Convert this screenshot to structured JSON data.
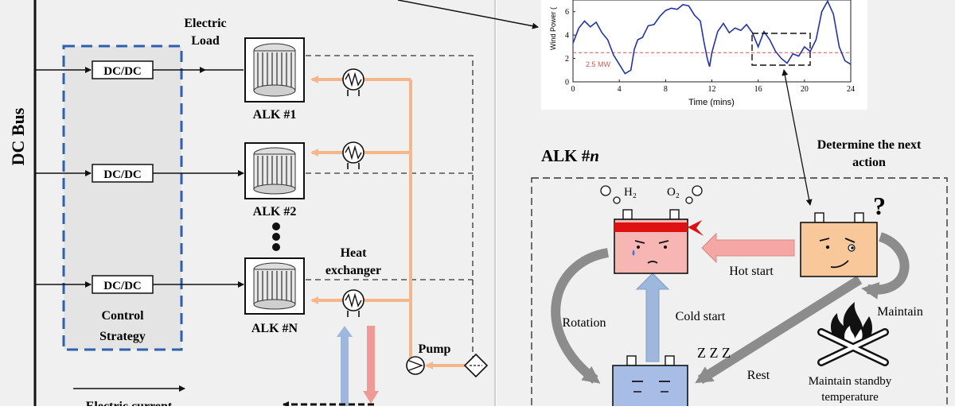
{
  "left_panel": {
    "bus_label": "DC Bus",
    "converter_label": "DC/DC",
    "electric_load_line1": "Electric",
    "electric_load_line2": "Load",
    "control_line1": "Control",
    "control_line2": "Strategy",
    "alk_labels": [
      "ALK #1",
      "ALK #2",
      "ALK #N"
    ],
    "heat_exchanger_line1": "Heat",
    "heat_exchanger_line2": "exchanger",
    "pump_label": "Pump",
    "legend_electric_current": "Electric current"
  },
  "wind_plot": {
    "ylabel": "Wind Power (",
    "xlabel": "Time (mins)",
    "x_ticks": [
      "0",
      "4",
      "8",
      "12",
      "16",
      "20",
      "24"
    ],
    "y_ticks": [
      "0",
      "2",
      "4",
      "6"
    ],
    "threshold_label": "2.5 MW",
    "threshold_value": 2.5,
    "xlim": [
      0,
      24
    ],
    "ylim": [
      0,
      7
    ],
    "series": [
      [
        0,
        3.3
      ],
      [
        0.5,
        4.6
      ],
      [
        1,
        5.2
      ],
      [
        1.5,
        4.7
      ],
      [
        2,
        5.1
      ],
      [
        2.5,
        4.2
      ],
      [
        3,
        3.6
      ],
      [
        3.5,
        2.3
      ],
      [
        4,
        1.5
      ],
      [
        4.5,
        0.7
      ],
      [
        5,
        1.0
      ],
      [
        5.3,
        2.8
      ],
      [
        5.6,
        3.6
      ],
      [
        6,
        3.8
      ],
      [
        6.5,
        4.8
      ],
      [
        7,
        4.9
      ],
      [
        7.5,
        5.6
      ],
      [
        8,
        6.1
      ],
      [
        8.5,
        6.3
      ],
      [
        9,
        6.2
      ],
      [
        9.5,
        6.6
      ],
      [
        10,
        6.5
      ],
      [
        10.5,
        5.7
      ],
      [
        11,
        5.2
      ],
      [
        11.3,
        3.5
      ],
      [
        11.6,
        2.0
      ],
      [
        11.8,
        1.3
      ],
      [
        12,
        2.5
      ],
      [
        12.5,
        4.3
      ],
      [
        13,
        5.0
      ],
      [
        13.5,
        4.2
      ],
      [
        14,
        4.6
      ],
      [
        14.5,
        4.4
      ],
      [
        15,
        4.9
      ],
      [
        15.5,
        4.2
      ],
      [
        16,
        3.0
      ],
      [
        16.5,
        4.3
      ],
      [
        17,
        3.6
      ],
      [
        17.5,
        2.6
      ],
      [
        18,
        2.0
      ],
      [
        18.5,
        1.6
      ],
      [
        19,
        2.4
      ],
      [
        19.5,
        2.2
      ],
      [
        20,
        3.0
      ],
      [
        20.5,
        2.6
      ],
      [
        21,
        3.6
      ],
      [
        21.5,
        6.0
      ],
      [
        22,
        6.9
      ],
      [
        22.5,
        5.8
      ],
      [
        23,
        3.0
      ],
      [
        23.5,
        1.8
      ],
      [
        24,
        1.5
      ]
    ]
  },
  "alk_panel": {
    "title": "ALK #",
    "title_italic": "n",
    "determine_line1": "Determine the next",
    "determine_line2": "action",
    "h2_label": "H₂",
    "o2_label": "O₂",
    "question_mark": "?",
    "hot_start": "Hot start",
    "rotation": "Rotation",
    "cold_start": "Cold start",
    "maintain": "Maintain",
    "rest": "Rest",
    "standby_line1": "Maintain standby",
    "standby_line2": "temperature",
    "sleep_z": "Z Z Z"
  },
  "colors": {
    "dashed_box": "#2f5fb0",
    "heat_pipe": "#f7b58a",
    "cold_pipe": "#9db8dc",
    "hot_pipe": "#ef9a94",
    "plot_line": "#2233aa",
    "threshold": "#e05050",
    "headband": "#dd1111",
    "hot_face": "#f7b6b4",
    "standby_face": "#f8c89a",
    "cold_face": "#a8bde6",
    "hot_arrow": "#f4a7a4",
    "cold_arrow": "#9db8dc",
    "gray_arrow": "#8c8c8c"
  }
}
